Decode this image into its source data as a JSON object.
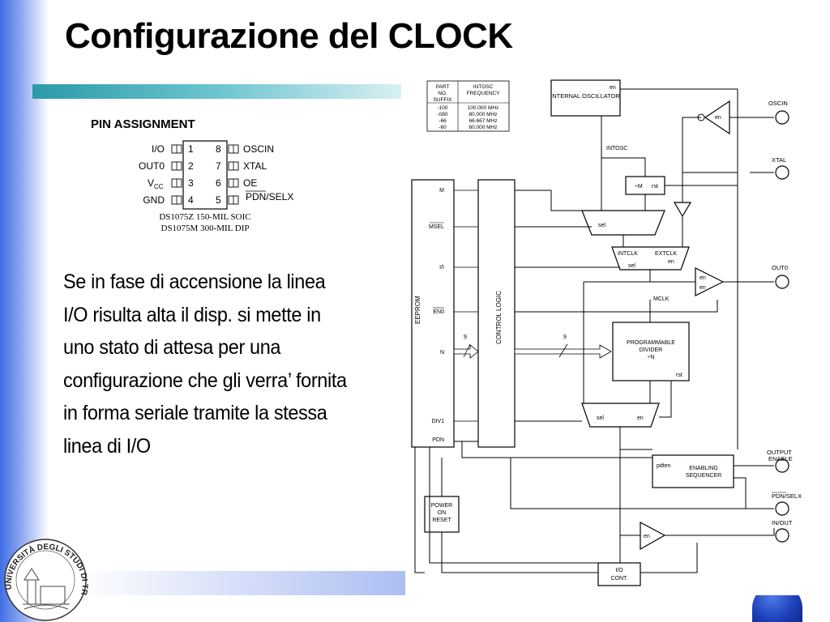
{
  "slide": {
    "title": "Configurazione del CLOCK",
    "body_text": "Se in fase di accensione la linea I/O risulta alta il disp. si mette in uno stato di attesa per una configurazione che gli verra’ fornita in forma seriale tramite la stessa linea di I/O"
  },
  "pin_assignment": {
    "heading": "PIN ASSIGNMENT",
    "left_pins": [
      {
        "label": "I/O",
        "number": "1"
      },
      {
        "label": "OUT0",
        "number": "2"
      },
      {
        "label": "V",
        "sub": "CC",
        "number": "3"
      },
      {
        "label": "GND",
        "number": "4"
      }
    ],
    "right_pins": [
      {
        "label": "OSCIN",
        "number": "8"
      },
      {
        "label": "XTAL",
        "number": "7"
      },
      {
        "label": "OE",
        "number": "6"
      },
      {
        "label": "PDN/SELX",
        "number": "5"
      }
    ],
    "package_1": "DS1075Z 150-MIL SOIC",
    "package_2": "DS1075M 300-MIL DIP"
  },
  "freq_table": {
    "headers": [
      "PART NO. SUFFIX",
      "INTOSC FREQUENCY"
    ],
    "rows": [
      [
        "-100",
        "100.000 MHz"
      ],
      [
        "-080",
        "80.000 MHz"
      ],
      [
        "-66",
        "66.667 MHz"
      ],
      [
        "-60",
        "60.000 MHz"
      ]
    ]
  },
  "block_diagram": {
    "eeprom": "EEPROM",
    "control_logic": "CONTROL LOGIC",
    "internal_oscillator": "INTERNAL OSCILLATOR",
    "en": "en",
    "intosc": "INTOSC",
    "div_m": "÷M",
    "rst": "rst",
    "sel": "sel",
    "intclk": "INTCLK",
    "extclk": "EXTCLK",
    "mclk": "MCLK",
    "programmable_divider_1": "PROGRAMMABLE",
    "programmable_divider_2": "DIVIDER",
    "programmable_divider_3": "÷N",
    "enabling_sequencer_1": "ENABLING",
    "enabling_sequencer_2": "SEQUENCER",
    "pdten": "pdten",
    "power_on_reset_1": "POWER",
    "power_on_reset_2": "ON",
    "power_on_reset_3": "RESET",
    "io_cont_1": "I/O",
    "io_cont_2": "CONT.",
    "bus_width": "9",
    "eeprom_signals": [
      "M",
      "MSEL",
      "I/I",
      "EN0",
      "N",
      "DIV1",
      "PDN"
    ],
    "pins": {
      "oscin": "OSCIN",
      "xtal": "XTAL",
      "out0": "OUT0",
      "output_enable_1": "OUTPUT",
      "output_enable_2": "ENABLE",
      "pdn_selx": "PDN/SELX",
      "in_out": "IN/OUT"
    }
  },
  "logo": {
    "text": "UNIVERSITÀ DEGLI STUDI DI TRIESTE"
  }
}
